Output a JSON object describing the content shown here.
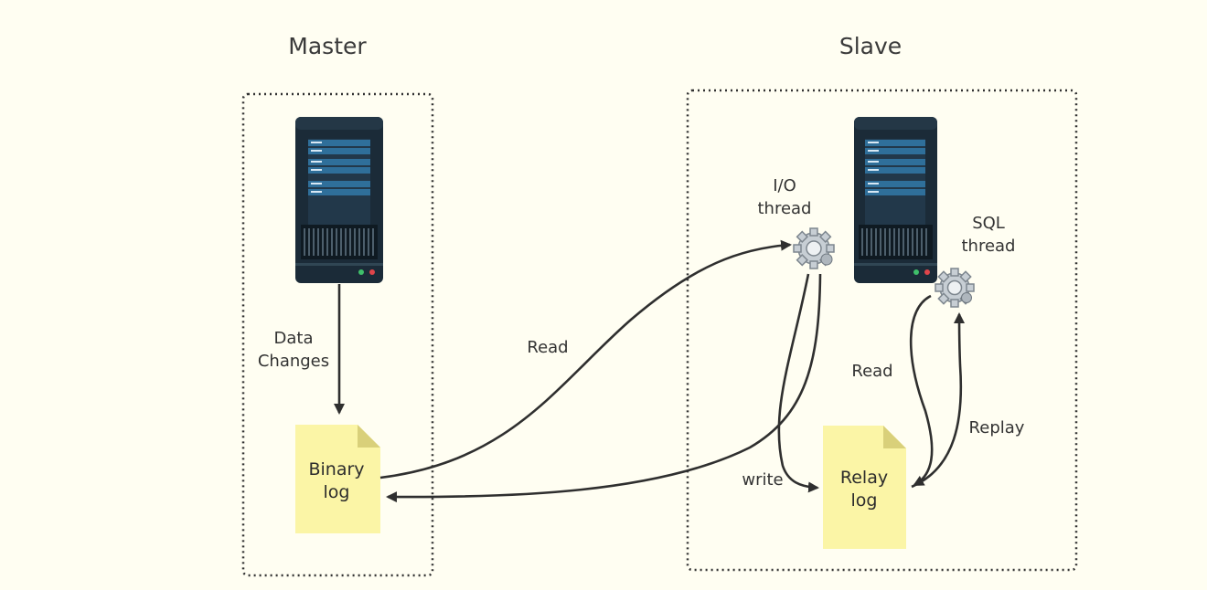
{
  "master": {
    "title": "Master",
    "data_changes": [
      "Data",
      "Changes"
    ],
    "binary_log": [
      "Binary",
      "log"
    ]
  },
  "slave": {
    "title": "Slave",
    "io_thread": [
      "I/O",
      "thread"
    ],
    "sql_thread": [
      "SQL",
      "thread"
    ],
    "relay_log": [
      "Relay",
      "log"
    ]
  },
  "edges": {
    "read_binlog": "Read",
    "write_relay": "write",
    "read_relay": "Read",
    "replay": "Replay"
  },
  "colors": {
    "background": "#fffef2",
    "server_body": "#1b2b38",
    "server_slot": "#2f6f9a",
    "log_note": "#fbf5a6",
    "log_fold": "#d9d07a",
    "arrow": "#2f2f2f",
    "gear": "#bfc6cc"
  }
}
